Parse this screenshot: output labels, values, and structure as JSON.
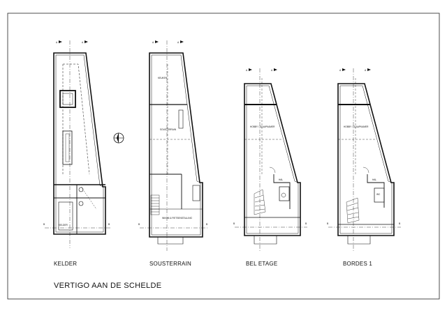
{
  "sheet_title": "VERTIGO AAN DE SCHELDE",
  "plans": [
    {
      "label": "KELDER",
      "rooms": [
        "KELDER"
      ]
    },
    {
      "label": "SOUSTERRAIN",
      "rooms": [
        "KEUKEN",
        "SOUSTERRAIN",
        "INKOM & FIETSENSTALLING"
      ]
    },
    {
      "label": "BEL ETAGE",
      "rooms": [
        "HOBBY / SLAAPKAMER",
        "HAL"
      ]
    },
    {
      "label": "BORDES 1",
      "rooms": [
        "HOBBY / SLAAPKAMER",
        "HAL",
        "WC"
      ]
    }
  ],
  "section_markers": {
    "top": "A",
    "side": "B"
  }
}
